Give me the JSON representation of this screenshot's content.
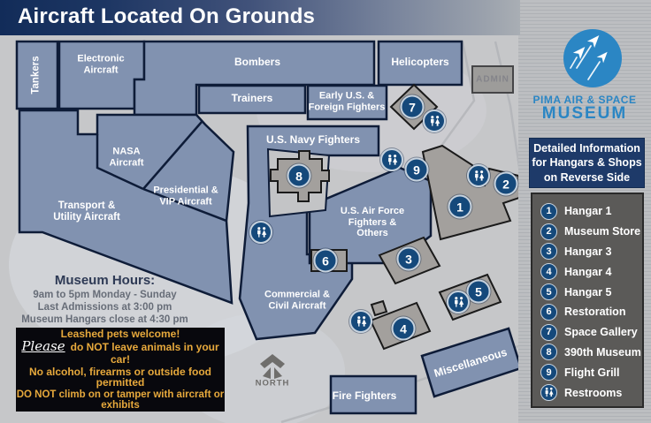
{
  "header": {
    "title": "Aircraft Located On Grounds"
  },
  "map": {
    "areas": {
      "tankers": "Tankers",
      "electronic": "Electronic\nAircraft",
      "bombers": "Bombers",
      "trainers": "Trainers",
      "early_fighters": "Early U.S. &\nForeign Fighters",
      "helicopters": "Helicopters",
      "navy_fighters": "U.S. Navy Fighters",
      "air_force": "U.S. Air Force\nFighters &\nOthers",
      "commercial": "Commercial &\nCivil Aircraft",
      "nasa": "NASA\nAircraft",
      "presidential": "Presidential &\nVIP Aircraft",
      "transport": "Transport &\nUtility Aircraft",
      "fire_fighters": "Fire Fighters",
      "miscellaneous": "Miscellaneous",
      "admin": "ADMIN"
    },
    "badges": [
      "1",
      "2",
      "3",
      "4",
      "5",
      "6",
      "7",
      "8",
      "9"
    ],
    "north_label": "NORTH"
  },
  "hours": {
    "title": "Museum Hours:",
    "line1": "9am to 5pm Monday - Sunday",
    "line2": "Last Admissions at 3:00 pm",
    "line3": "Museum Hangars close at 4:30 pm"
  },
  "notice": {
    "line1": "Leashed pets welcome!",
    "please": "Please",
    "line2": "do NOT leave animals in your car!",
    "line3": "No alcohol, firearms or outside food permitted",
    "line4": "DO NOT climb on or tamper with aircraft or exhibits"
  },
  "sidebar": {
    "logo_line1": "PIMA AIR & SPACE",
    "logo_line2": "MUSEUM",
    "info": "Detailed Information\nfor Hangars & Shops\non Reverse Side",
    "legend": {
      "items": [
        {
          "num": "1",
          "label": "Hangar 1"
        },
        {
          "num": "2",
          "label": "Museum Store"
        },
        {
          "num": "3",
          "label": "Hangar 3"
        },
        {
          "num": "4",
          "label": "Hangar 4"
        },
        {
          "num": "5",
          "label": "Hangar 5"
        },
        {
          "num": "6",
          "label": "Restoration"
        },
        {
          "num": "7",
          "label": "Space Gallery"
        },
        {
          "num": "8",
          "label": "390th Museum"
        },
        {
          "num": "9",
          "label": "Flight Grill"
        },
        {
          "num": "wc",
          "label": "Restrooms"
        }
      ]
    }
  },
  "colors": {
    "accent_blue": "#2b86c4",
    "panel_navy": "#1e3a69",
    "badge_navy": "#15497b",
    "area_slate": "#8192b0",
    "building_gray": "#a3a09d",
    "notice_gold": "#e7a93c"
  }
}
